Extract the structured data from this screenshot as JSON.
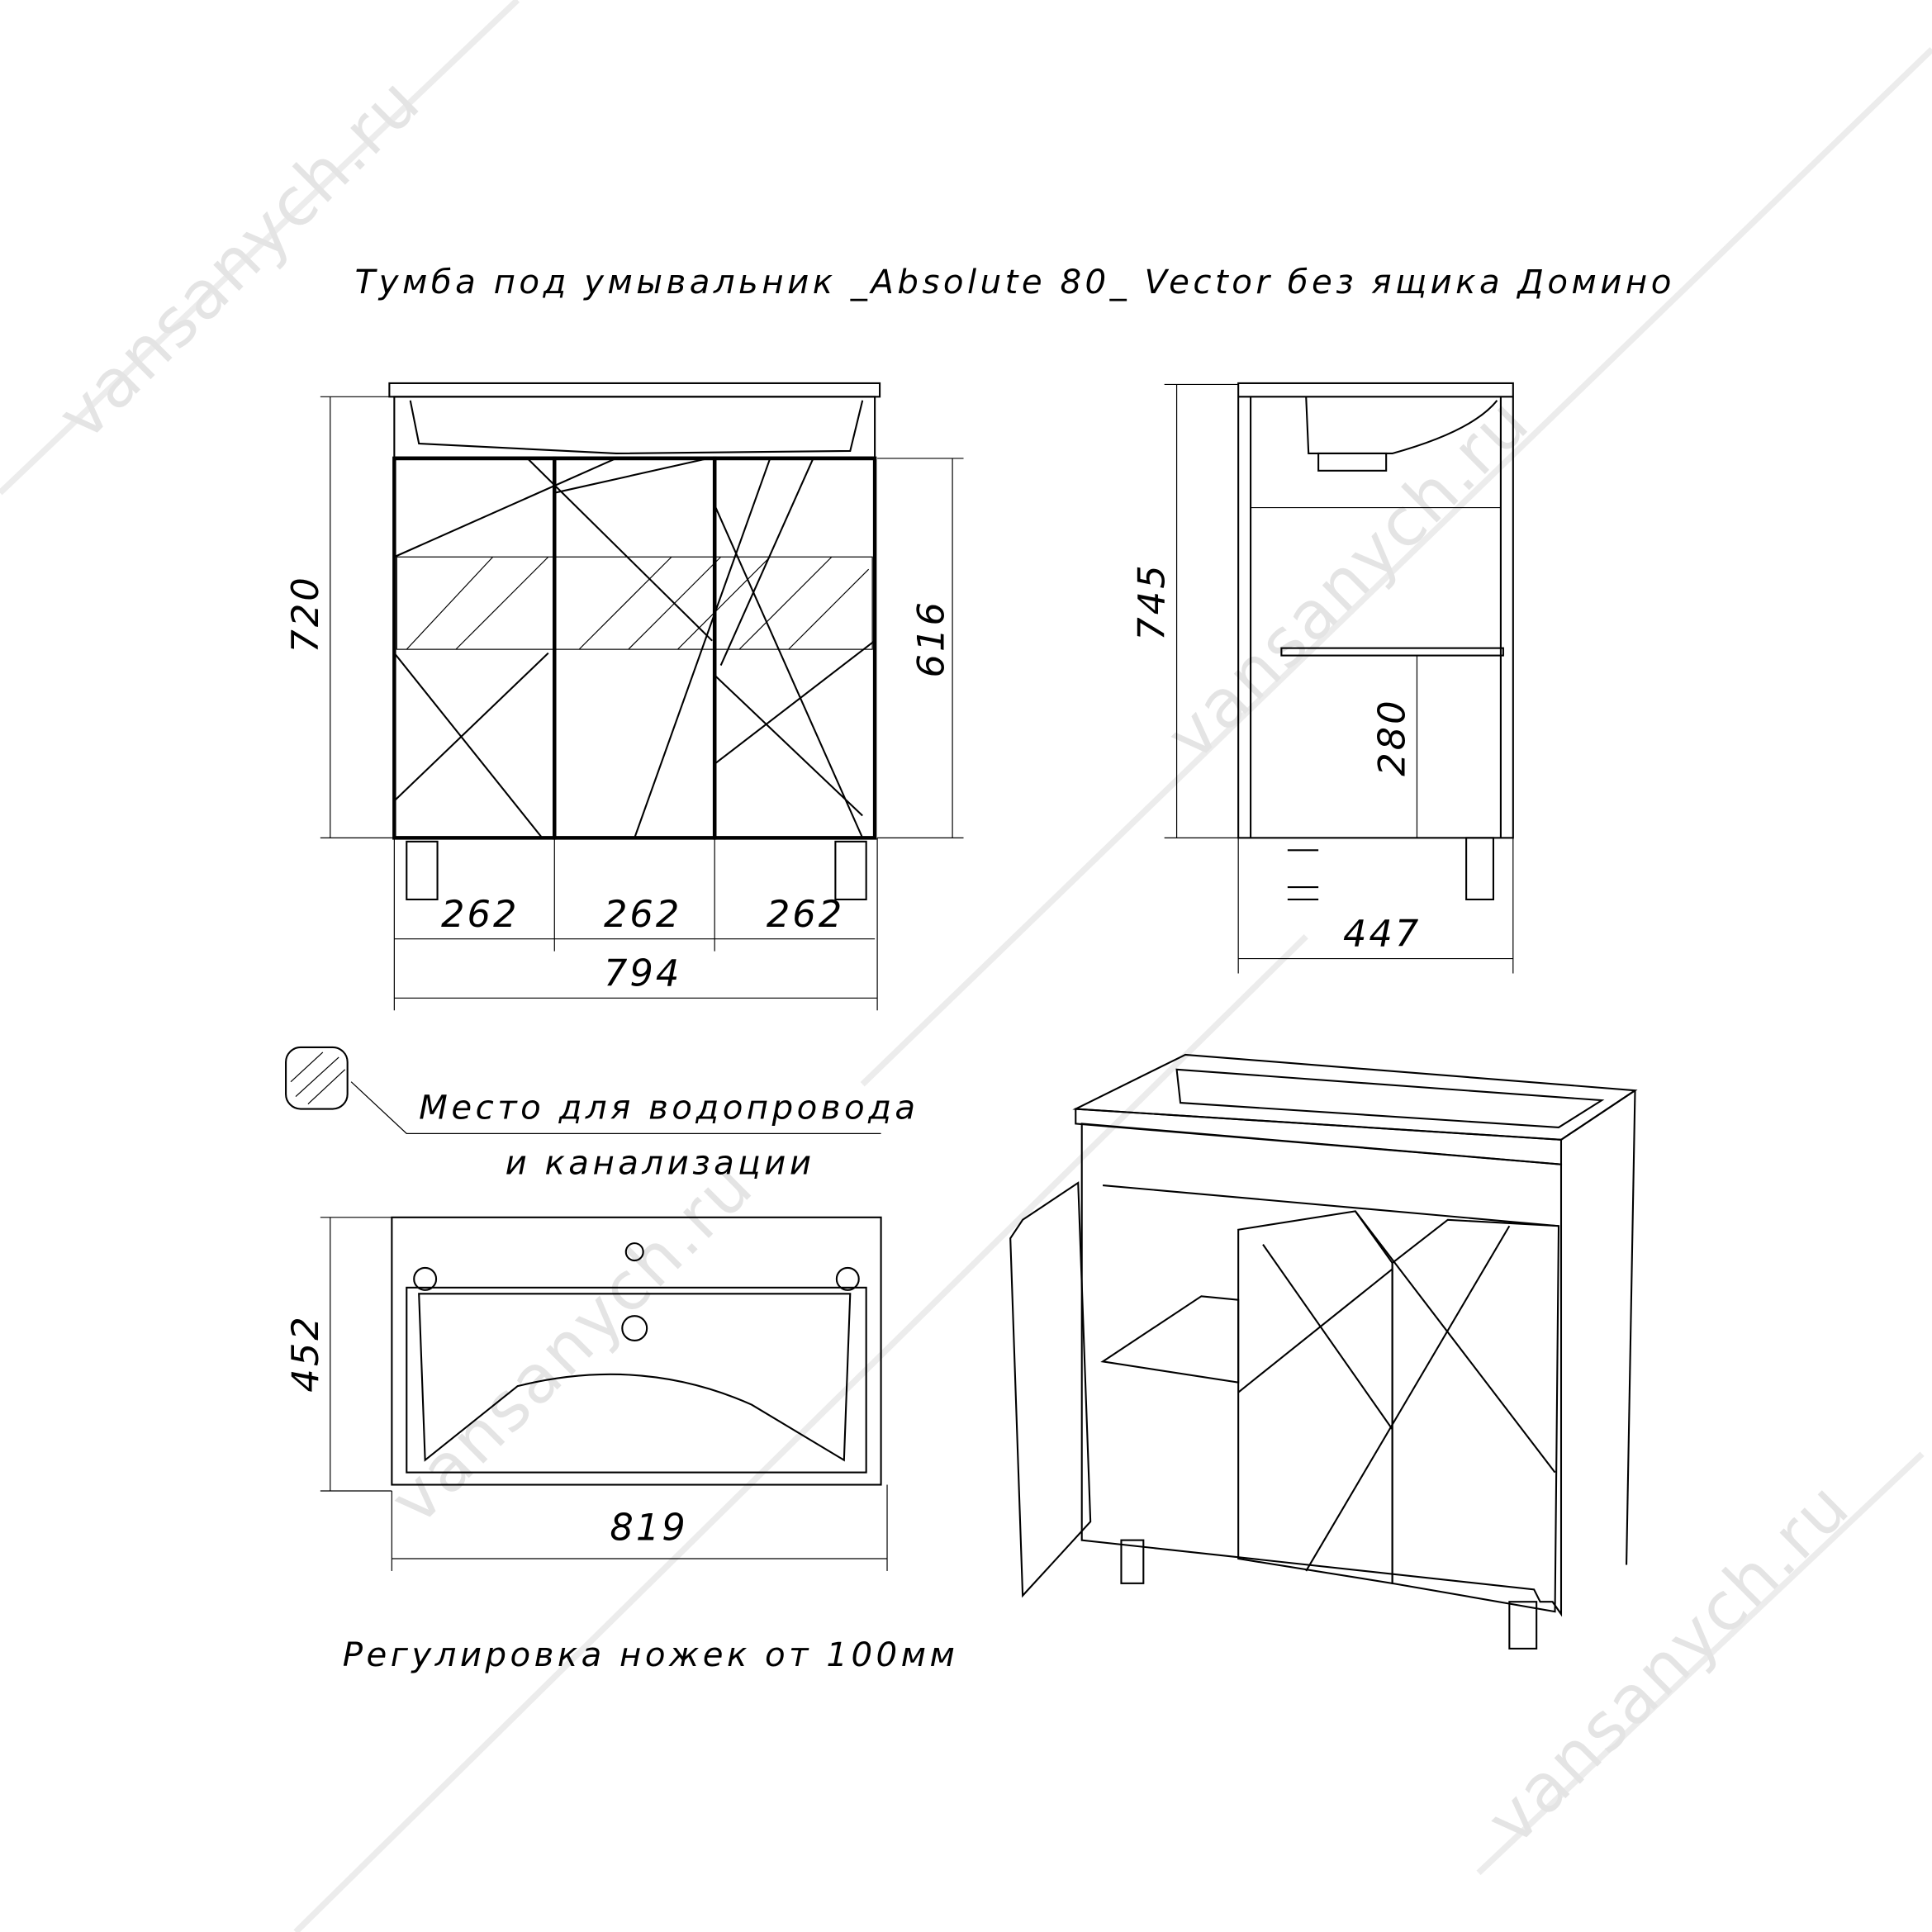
{
  "title": "Тумба под умывальник _Absolute 80_ Vector без ящика Домино",
  "watermark": "vansanych.ru",
  "front_view": {
    "height_total": "720",
    "height_body": "616",
    "door_width_1": "262",
    "door_width_2": "262",
    "door_width_3": "262",
    "width_total": "794"
  },
  "side_view": {
    "height_total": "745",
    "shelf_height": "280",
    "depth": "447"
  },
  "top_view": {
    "depth": "452",
    "width": "819"
  },
  "legend": {
    "line1": "Место для водопровода",
    "line2": "и канализации"
  },
  "note": "Регулировка ножек от 100мм"
}
